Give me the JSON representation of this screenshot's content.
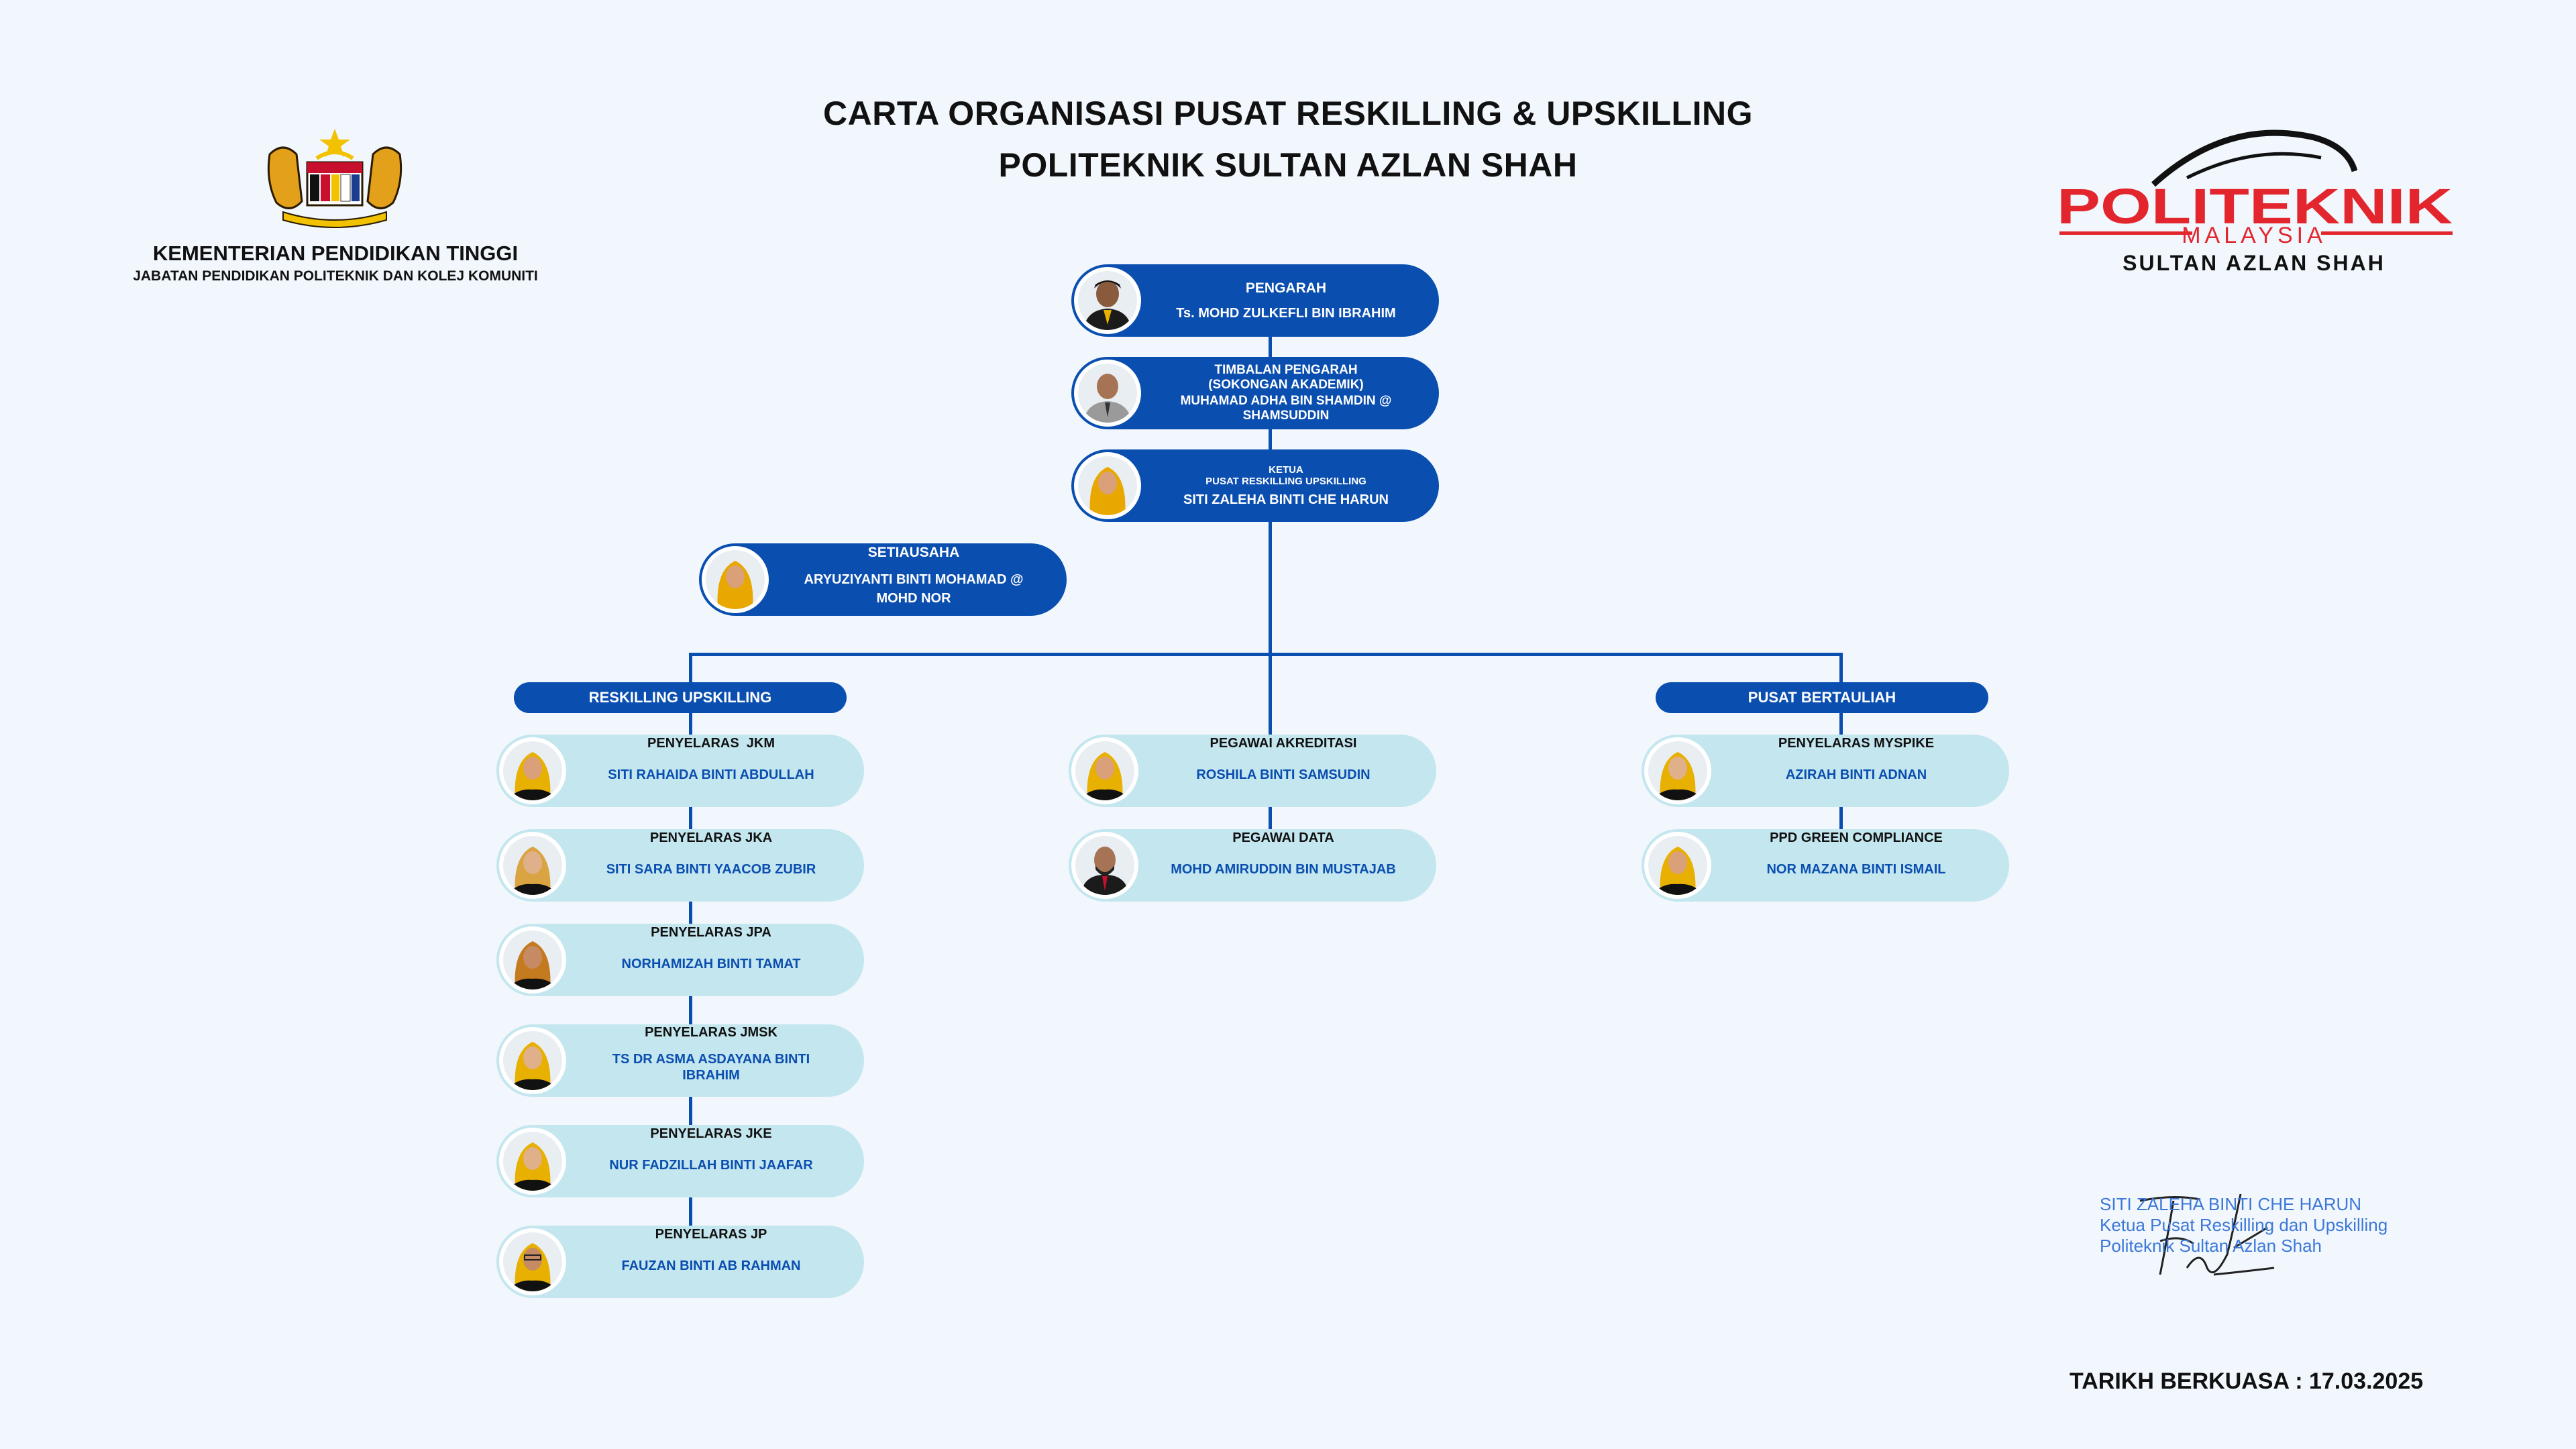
{
  "header": {
    "title_line1": "CARTA ORGANISASI PUSAT RESKILLING & UPSKILLING",
    "title_line2": "POLITEKNIK SULTAN AZLAN SHAH"
  },
  "ministry": {
    "line1": "KEMENTERIAN PENDIDIKAN TINGGI",
    "line2": "JABATAN PENDIDIKAN POLITEKNIK DAN KOLEJ KOMUNITI"
  },
  "logo": {
    "word": "POLITEKNIK",
    "sub": "MALAYSIA",
    "campus": "SULTAN AZLAN SHAH",
    "color": "#e3262e"
  },
  "colors": {
    "primary": "#0a4eb0",
    "light": "#c4e6ef",
    "background": "#f1f7fc",
    "signature_text": "#3d78d8"
  },
  "top": [
    {
      "role": "PENGARAH",
      "name": "Ts. MOHD ZULKEFLI BIN IBRAHIM"
    },
    {
      "role": "TIMBALAN PENGARAH\n(SOKONGAN AKADEMIK)",
      "name": "MUHAMAD ADHA BIN SHAMDIN @\nSHAMSUDDIN"
    },
    {
      "role": "KETUA\nPUSAT RESKILLING UPSKILLING",
      "name": "SITI ZALEHA BINTI CHE HARUN"
    }
  ],
  "secretary": {
    "role": "SETIAUSAHA",
    "name": "ARYUZIYANTI BINTI MOHAMAD @\nMOHD NOR"
  },
  "sections": {
    "left_label": "RESKILLING UPSKILLING",
    "right_label": "PUSAT BERTAULIAH"
  },
  "left": [
    {
      "role": "PENYELARAS  JKM",
      "name": "SITI RAHAIDA BINTI ABDULLAH"
    },
    {
      "role": "PENYELARAS JKA",
      "name": "SITI SARA BINTI YAACOB ZUBIR"
    },
    {
      "role": "PENYELARAS JPA",
      "name": "NORHAMIZAH BINTI TAMAT"
    },
    {
      "role": "PENYELARAS JMSK",
      "name": "TS DR ASMA ASDAYANA BINTI\nIBRAHIM"
    },
    {
      "role": "PENYELARAS JKE",
      "name": "NUR FADZILLAH BINTI JAAFAR"
    },
    {
      "role": "PENYELARAS JP",
      "name": "FAUZAN BINTI AB RAHMAN"
    }
  ],
  "middle": [
    {
      "role": "PEGAWAI AKREDITASI",
      "name": "ROSHILA BINTI SAMSUDIN"
    },
    {
      "role": "PEGAWAI DATA",
      "name": "MOHD AMIRUDDIN BIN MUSTAJAB"
    }
  ],
  "right": [
    {
      "role": "PENYELARAS MYSPIKE",
      "name": "AZIRAH BINTI ADNAN"
    },
    {
      "role": "PPD GREEN COMPLIANCE",
      "name": "NOR MAZANA BINTI ISMAIL"
    }
  ],
  "signature": {
    "name": "SITI ZALEHA BINTI CHE HARUN",
    "role1": "Ketua Pusat Reskilling dan Upskilling",
    "role2": "Politeknik Sultan Azlan Shah"
  },
  "effective_date": "TARIKH BERKUASA : 17.03.2025"
}
